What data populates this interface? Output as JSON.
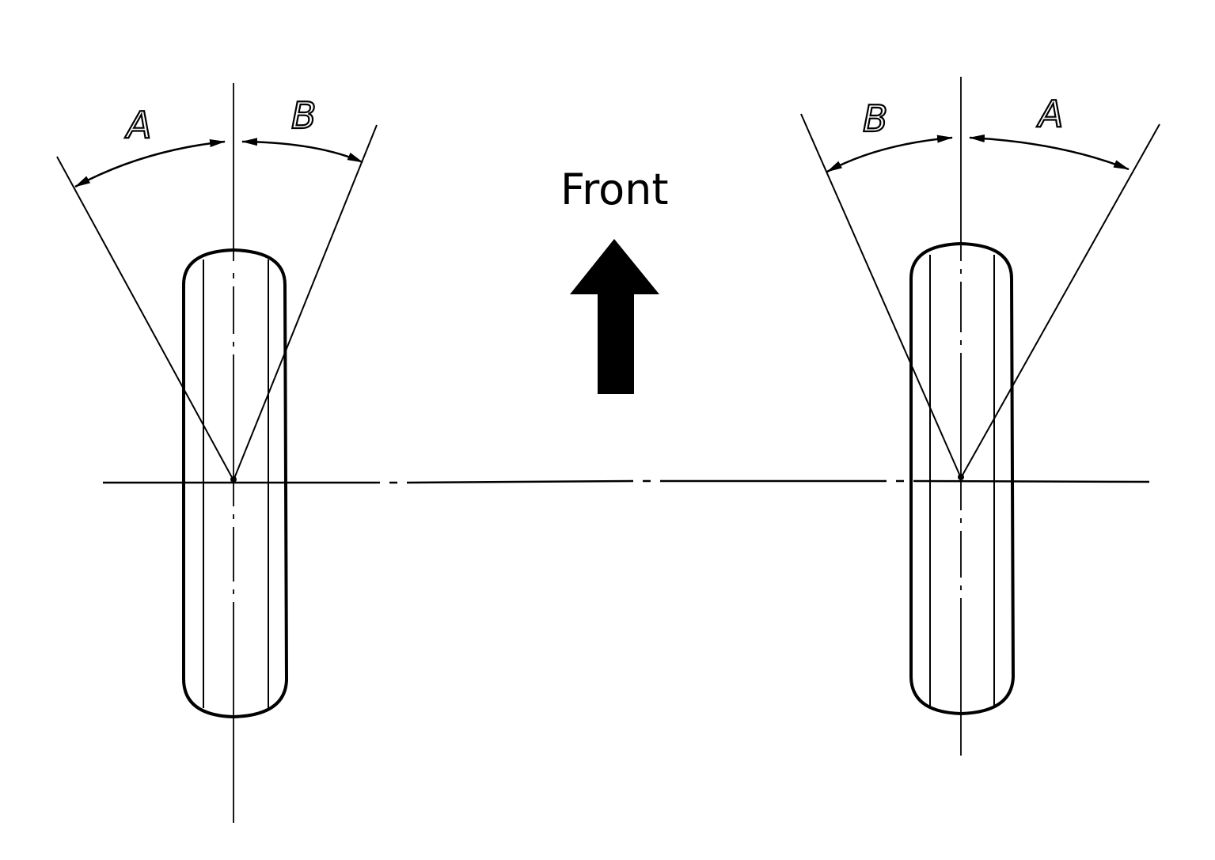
{
  "diagram": {
    "front_label": "Front",
    "left_wheel": {
      "angle_left_label": "A",
      "angle_right_label": "B"
    },
    "right_wheel": {
      "angle_left_label": "B",
      "angle_right_label": "A"
    },
    "colors": {
      "line": "#000000",
      "background": "#ffffff"
    }
  }
}
